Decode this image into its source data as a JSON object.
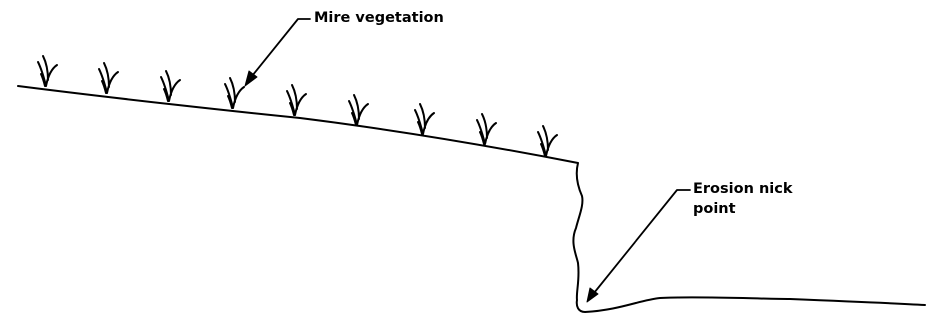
{
  "labels": {
    "mire_vegetation": "Mire vegetation",
    "erosion_line1": "Erosion nick",
    "erosion_line2": "point"
  },
  "colors": {
    "ink": "#000000",
    "background": "#ffffff"
  },
  "elements": [
    "slope-line",
    "grass-tufts",
    "nick-point-step",
    "leader-lines",
    "arrows"
  ]
}
